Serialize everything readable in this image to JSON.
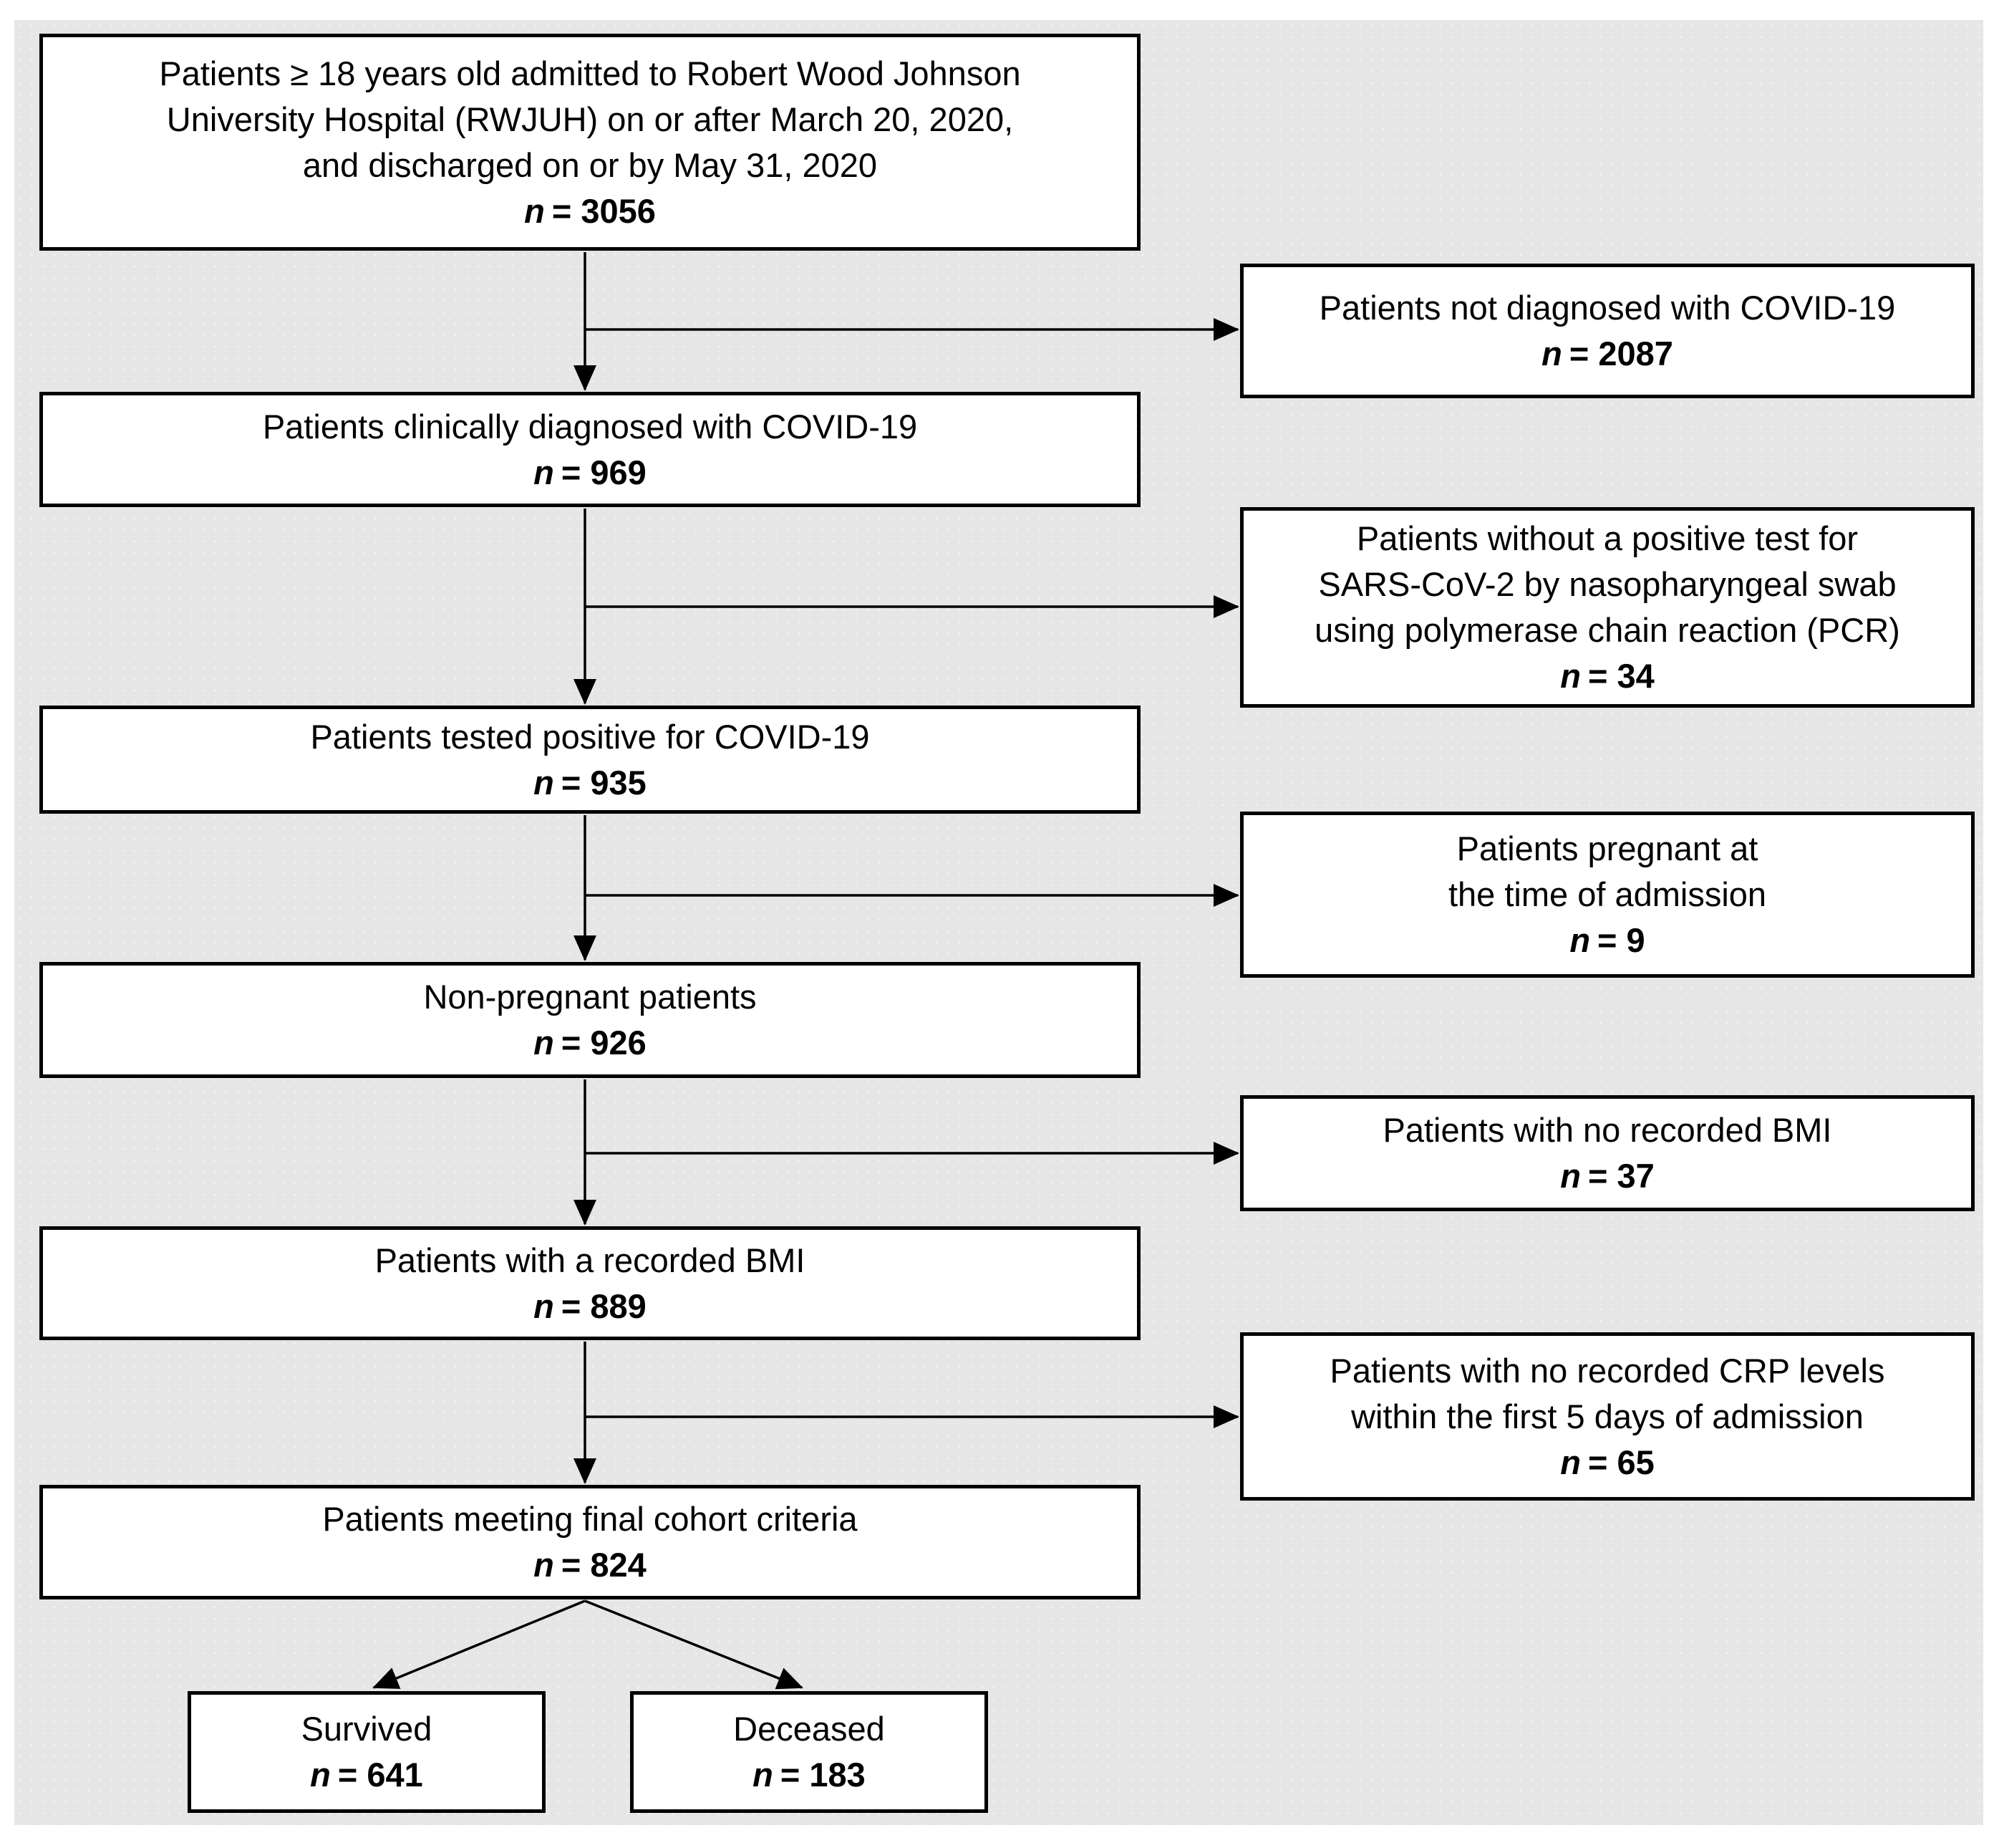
{
  "figure_type": "patient-flow-diagram",
  "colors": {
    "background": "#e6e6e6",
    "box_fill": "#ffffff",
    "box_border": "#000000",
    "arrow": "#000000",
    "text": "#000000"
  },
  "n_symbol": "n",
  "flow_boxes": {
    "admitted": {
      "lines": [
        "Patients ≥ 18 years old admitted to Robert Wood Johnson",
        "University Hospital (RWJUH) on or after March 20, 2020,",
        "and discharged on or by May 31, 2020"
      ],
      "count": "= 3056"
    },
    "diagnosed": {
      "lines": [
        "Patients clinically diagnosed with COVID-19"
      ],
      "count": "= 969"
    },
    "tested_positive": {
      "lines": [
        "Patients tested positive for COVID-19"
      ],
      "count": "= 935"
    },
    "non_pregnant": {
      "lines": [
        "Non-pregnant patients"
      ],
      "count": "= 926"
    },
    "recorded_bmi": {
      "lines": [
        "Patients with a recorded BMI"
      ],
      "count": "= 889"
    },
    "final_cohort": {
      "lines": [
        "Patients meeting final cohort criteria"
      ],
      "count": "= 824"
    }
  },
  "exclusion_boxes": {
    "not_diagnosed": {
      "lines": [
        "Patients not diagnosed with COVID-19"
      ],
      "count": "= 2087"
    },
    "no_positive_test": {
      "lines": [
        "Patients without a positive test for",
        "SARS-CoV-2 by nasopharyngeal swab",
        "using polymerase chain reaction (PCR)"
      ],
      "count": "= 34"
    },
    "pregnant": {
      "lines": [
        "Patients pregnant at",
        "the time of admission"
      ],
      "count": "= 9"
    },
    "no_bmi": {
      "lines": [
        "Patients with no recorded BMI"
      ],
      "count": "= 37"
    },
    "no_crp": {
      "lines": [
        "Patients with no recorded CRP levels",
        "within the first 5 days of admission"
      ],
      "count": "= 65"
    }
  },
  "outcome_boxes": {
    "survived": {
      "lines": [
        "Survived"
      ],
      "count": "= 641"
    },
    "deceased": {
      "lines": [
        "Deceased"
      ],
      "count": "= 183"
    }
  }
}
